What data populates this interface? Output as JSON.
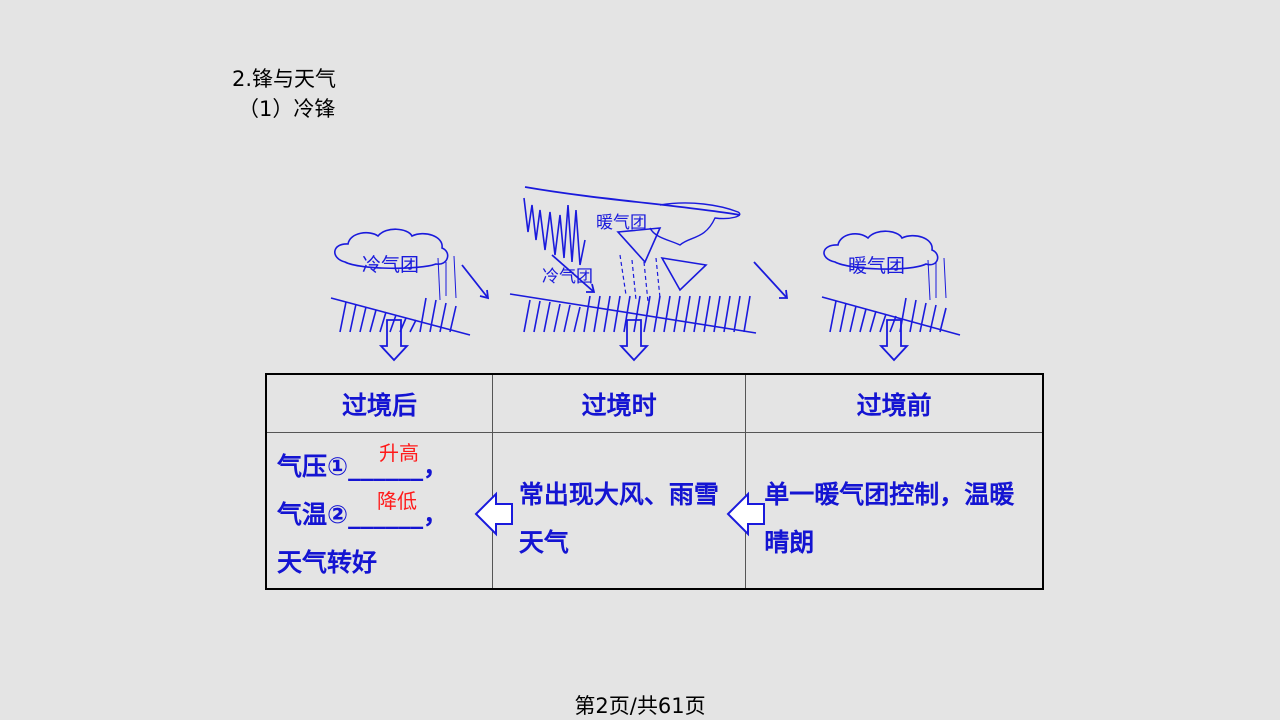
{
  "heading": {
    "line1": "2.锋与天气",
    "line2": "（1）冷锋"
  },
  "diagram": {
    "left_label": "冷气团",
    "middle_warm_label": "暖气团",
    "middle_cold_label": "冷气团",
    "right_label": "暖气团",
    "line_color": "#1a1adc"
  },
  "table": {
    "headers": [
      "过境后",
      "过境时",
      "过境前"
    ],
    "after": {
      "line1": "气压①______，",
      "line2": "气温②______，",
      "line3": "天气转好",
      "answer1": "升高",
      "answer2": "降低"
    },
    "during": "常出现大风、雨雪天气",
    "before": "单一暖气团控制，温暖晴朗",
    "text_color": "#1414d2",
    "answer_color": "#ff1a1a"
  },
  "footer": "第2页/共61页"
}
